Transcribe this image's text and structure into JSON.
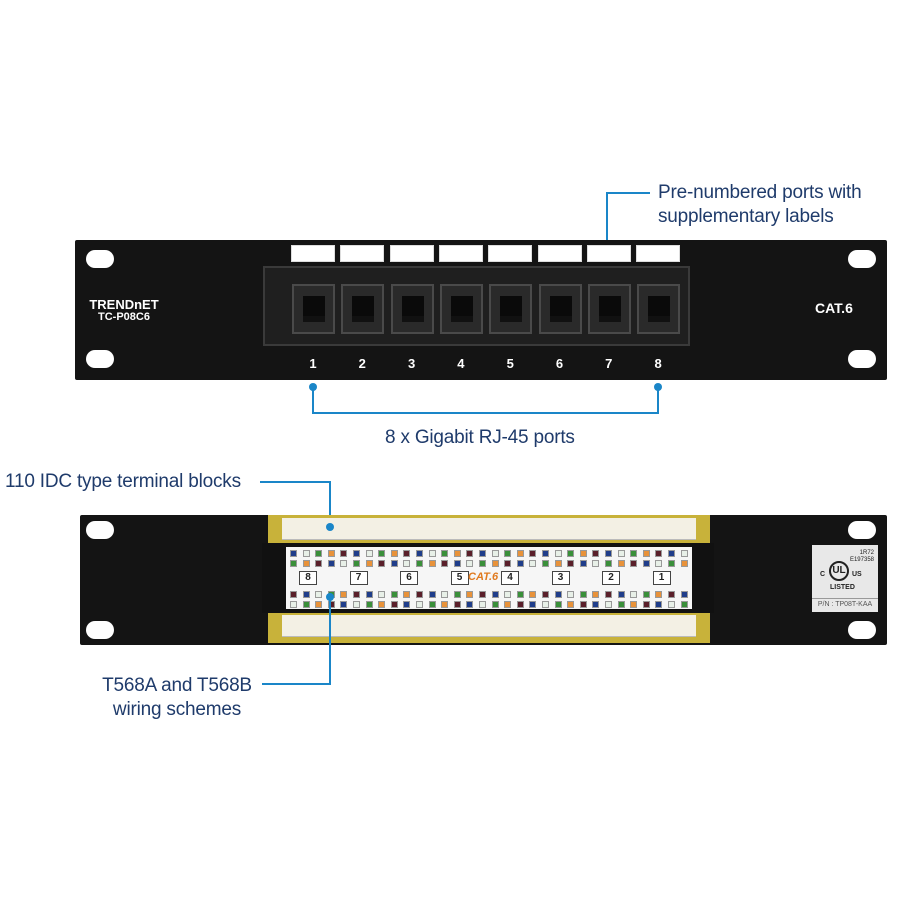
{
  "callouts": {
    "labels_line1": "Pre-numbered ports with",
    "labels_line2": "supplementary labels",
    "ports": "8 x Gigabit RJ-45 ports",
    "terminal_blocks": "110 IDC type terminal blocks",
    "wiring_line1": "T568A and T568B",
    "wiring_line2": "wiring schemes"
  },
  "front_panel": {
    "brand": "TRENDnET",
    "model": "TC-P08C6",
    "category": "CAT.6",
    "port_numbers": [
      "1",
      "2",
      "3",
      "4",
      "5",
      "6",
      "7",
      "8"
    ]
  },
  "rear_panel": {
    "block_numbers": [
      "8",
      "7",
      "6",
      "5",
      "4",
      "3",
      "2",
      "1"
    ],
    "block_category": "CAT.6",
    "ul_label": {
      "code1": "1R72",
      "code2": "E197358",
      "left": "C",
      "mark": "UL",
      "right": "US",
      "listed": "LISTED",
      "part_number": "P/N : TP08T-KAA"
    }
  },
  "colors": {
    "accent": "#1a86c8",
    "callout_text": "#1f3b6b",
    "panel": "#141414"
  }
}
